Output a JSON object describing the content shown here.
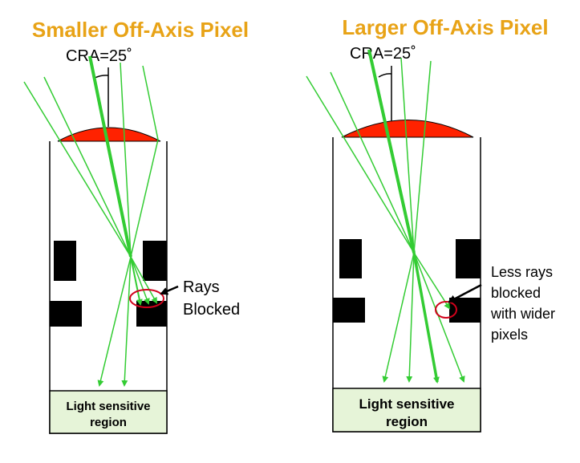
{
  "colors": {
    "title": "#E8A317",
    "ray": "#33CC33",
    "lens": "#FF2200",
    "region_fill": "#E6F4D8",
    "blocker": "#000000",
    "highlight": "#D0021B"
  },
  "left_panel": {
    "title": "Smaller Off-Axis Pixel",
    "cra_label": "CRA=25˚",
    "annotation_line1": "Rays",
    "annotation_line2": "Blocked",
    "region_line1": "Light sensitive",
    "region_line2": "region"
  },
  "right_panel": {
    "title": "Larger Off-Axis Pixel",
    "cra_label": "CRA=25˚",
    "annotation_line1": "Less rays",
    "annotation_line2": "blocked",
    "annotation_line3": "with wider",
    "annotation_line4": "pixels",
    "region_line1": "Light sensitive",
    "region_line2": "region"
  }
}
